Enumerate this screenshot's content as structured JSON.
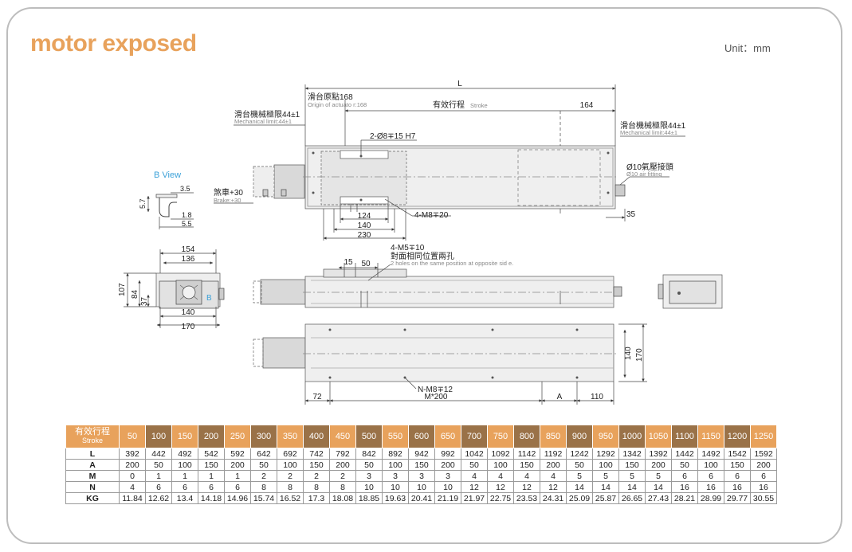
{
  "page": {
    "title": "motor exposed",
    "unit": "Unit：mm"
  },
  "drawing": {
    "L": "L",
    "origin_cn": "滑台原點168",
    "origin_en": "Origin of actuato r:168",
    "stroke_cn": "有效行程",
    "stroke_en": "Stroke",
    "dim_164": "164",
    "mech_left_cn": "滑台機械極限44±1",
    "mech_left_en": "Mechanical limit:44±1",
    "mech_right_cn": "滑台機械極限44±1",
    "mech_right_en": "Mechanical limit:44±1",
    "pin_hole": "2-Ø8∓15 H7",
    "air_cn": "Ø10氣壓接頭",
    "air_en": "Ø10 air fitting",
    "brake_cn": "煞車+30",
    "brake_en": "Brake:+30",
    "m8": "4-M8∓20",
    "dim_124": "124",
    "dim_140a": "140",
    "dim_230": "230",
    "dim_35": "35",
    "bview": "B View",
    "bv_57": "5.7",
    "bv_35": "3.5",
    "bv_18": "1.8",
    "bv_55": "5.5",
    "dim_154": "154",
    "dim_136": "136",
    "dim_107": "107",
    "dim_84": "84",
    "dim_37": "37",
    "dim_140b": "140",
    "dim_170a": "170",
    "bg_label": "B",
    "m5": "4-M5∓10",
    "m5_cn": "對面相同位置兩孔",
    "m5_en": "2 holes on the same position at opposite sid e.",
    "dim_15": "15",
    "dim_50": "50",
    "dim_140c": "140",
    "dim_170b": "170",
    "nm8": "N-M8∓12",
    "dim_72": "72",
    "m200": "M*200",
    "dim_A": "A",
    "dim_110": "110"
  },
  "table": {
    "header_cn": "有效行程",
    "header_en": "Stroke",
    "strokes": [
      "50",
      "100",
      "150",
      "200",
      "250",
      "300",
      "350",
      "400",
      "450",
      "500",
      "550",
      "600",
      "650",
      "700",
      "750",
      "800",
      "850",
      "900",
      "950",
      "1000",
      "1050",
      "1100",
      "1150",
      "1200",
      "1250"
    ],
    "rows": [
      {
        "label": "L",
        "values": [
          "392",
          "442",
          "492",
          "542",
          "592",
          "642",
          "692",
          "742",
          "792",
          "842",
          "892",
          "942",
          "992",
          "1042",
          "1092",
          "1142",
          "1192",
          "1242",
          "1292",
          "1342",
          "1392",
          "1442",
          "1492",
          "1542",
          "1592"
        ]
      },
      {
        "label": "A",
        "values": [
          "200",
          "50",
          "100",
          "150",
          "200",
          "50",
          "100",
          "150",
          "200",
          "50",
          "100",
          "150",
          "200",
          "50",
          "100",
          "150",
          "200",
          "50",
          "100",
          "150",
          "200",
          "50",
          "100",
          "150",
          "200"
        ]
      },
      {
        "label": "M",
        "values": [
          "0",
          "1",
          "1",
          "1",
          "1",
          "2",
          "2",
          "2",
          "2",
          "3",
          "3",
          "3",
          "3",
          "4",
          "4",
          "4",
          "4",
          "5",
          "5",
          "5",
          "5",
          "6",
          "6",
          "6",
          "6"
        ]
      },
      {
        "label": "N",
        "values": [
          "4",
          "6",
          "6",
          "6",
          "6",
          "8",
          "8",
          "8",
          "8",
          "10",
          "10",
          "10",
          "10",
          "12",
          "12",
          "12",
          "12",
          "14",
          "14",
          "14",
          "14",
          "16",
          "16",
          "16",
          "16"
        ]
      },
      {
        "label": "KG",
        "values": [
          "11.84",
          "12.62",
          "13.4",
          "14.18",
          "14.96",
          "15.74",
          "16.52",
          "17.3",
          "18.08",
          "18.85",
          "19.63",
          "20.41",
          "21.19",
          "21.97",
          "22.75",
          "23.53",
          "24.31",
          "25.09",
          "25.87",
          "26.65",
          "27.43",
          "28.21",
          "28.99",
          "29.77",
          "30.55"
        ]
      }
    ]
  }
}
